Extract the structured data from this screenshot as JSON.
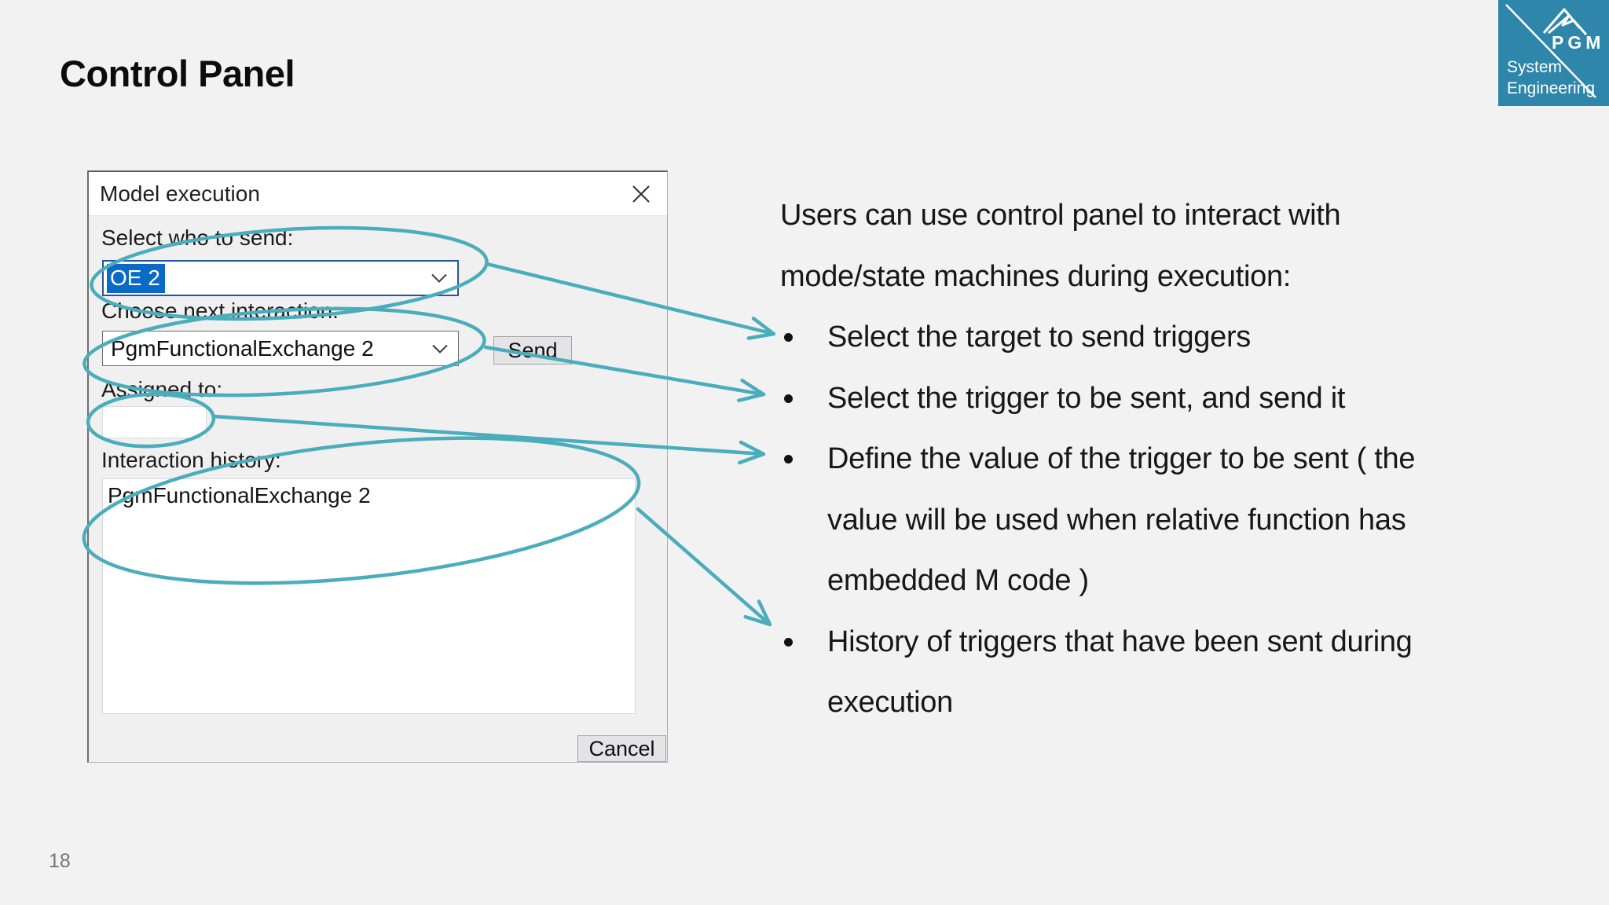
{
  "slide": {
    "title": "Control Panel",
    "page_number": "18"
  },
  "logo": {
    "brand": "PGM",
    "line1": "System",
    "line2": "Engineering",
    "background_color": "#2e86aa"
  },
  "dialog": {
    "title": "Model execution",
    "labels": {
      "select_who": "Select who to send:",
      "choose_next": "Choose next interaction:",
      "assigned_to": "Assigned to:",
      "interaction_history": "Interaction history:"
    },
    "combo_who": {
      "value": "OE 2"
    },
    "combo_interaction": {
      "value": "PgmFunctionalExchange 2"
    },
    "send_label": "Send",
    "cancel_label": "Cancel",
    "assigned_value": "",
    "history_items": [
      "PgmFunctionalExchange 2"
    ]
  },
  "notes": {
    "intro": {
      "lines": [
        "Users can use control panel to interact with",
        "mode/state machines during execution:"
      ]
    },
    "bullets": [
      {
        "lines": [
          "Select the target to send triggers"
        ]
      },
      {
        "lines": [
          "Select the trigger to be sent, and send it"
        ]
      },
      {
        "lines": [
          "Define the value of the trigger to be sent ( the",
          "value will be used when relative function has",
          "embedded M code )"
        ]
      },
      {
        "lines": [
          "History of triggers that have been sent during",
          "execution"
        ]
      }
    ]
  },
  "annotations": {
    "accent_color": "#4badbb",
    "selection_color": "#0a6bc6"
  }
}
